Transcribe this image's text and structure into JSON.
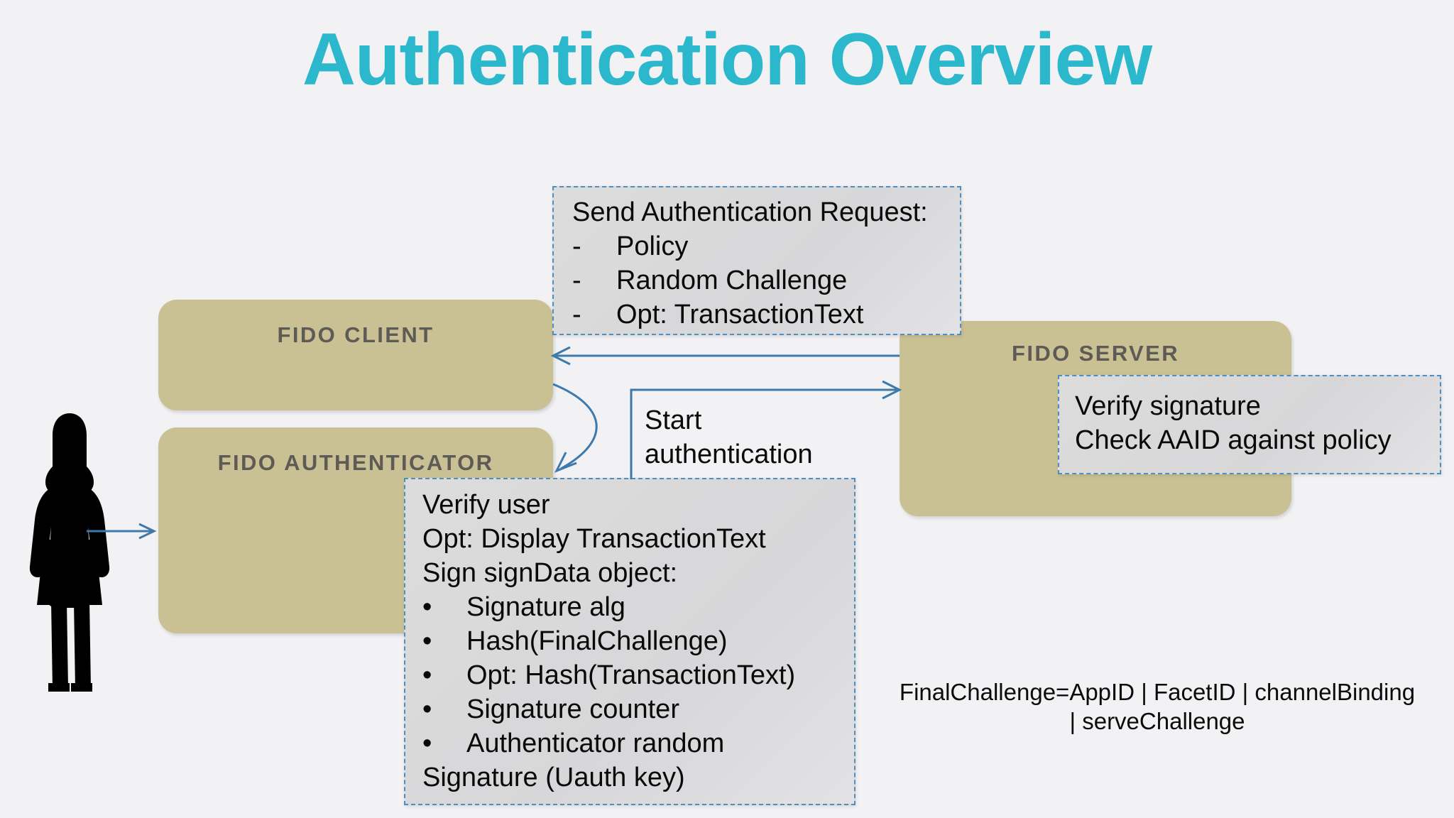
{
  "title": "Authentication Overview",
  "colors": {
    "background": "#f2f1f3",
    "title": "#2cb8cc",
    "role_box": "#c9c193",
    "role_label": "#5e5b57",
    "callout_fill": "#dadada",
    "callout_border": "#4f8fc0",
    "arrow": "#3d79ab",
    "person": "#000000"
  },
  "roles": {
    "client": "FIDO CLIENT",
    "authenticator": "FIDO AUTHENTICATOR",
    "server": "FIDO SERVER"
  },
  "callouts": {
    "request": {
      "heading": "Send Authentication Request:",
      "items": [
        {
          "marker": "-",
          "text": "Policy"
        },
        {
          "marker": "-",
          "text": "Random Challenge"
        },
        {
          "marker": "-",
          "text": "Opt: TransactionText"
        }
      ]
    },
    "verify": {
      "lines": [
        "Verify signature",
        "Check AAID against policy"
      ]
    },
    "sign": {
      "lines": [
        "Verify user",
        "Opt: Display TransactionText",
        "Sign signData object:"
      ],
      "items": [
        {
          "marker": "•",
          "text": "Signature alg"
        },
        {
          "marker": "•",
          "text": "Hash(FinalChallenge)"
        },
        {
          "marker": "•",
          "text": "Opt: Hash(TransactionText)"
        },
        {
          "marker": "•",
          "text": "Signature counter"
        },
        {
          "marker": "•",
          "text": "Authenticator random"
        }
      ],
      "footer": "Signature (Uauth key)"
    }
  },
  "labels": {
    "start_authentication": "Start\nauthentication",
    "start_authentication_line1": "Start",
    "start_authentication_line2": "authentication",
    "final_challenge_line1": "FinalChallenge=AppID | FacetID | channelBinding",
    "final_challenge_line2": "| serveChallenge"
  },
  "icons": {
    "person": "person-silhouette-icon",
    "arrow_user_to_authenticator": "arrow-right-icon",
    "arrow_server_to_client": "arrow-left-icon",
    "arrow_client_to_authenticator": "arrow-curved-down-icon",
    "arrow_authenticator_to_server": "arrow-elbow-right-icon"
  }
}
